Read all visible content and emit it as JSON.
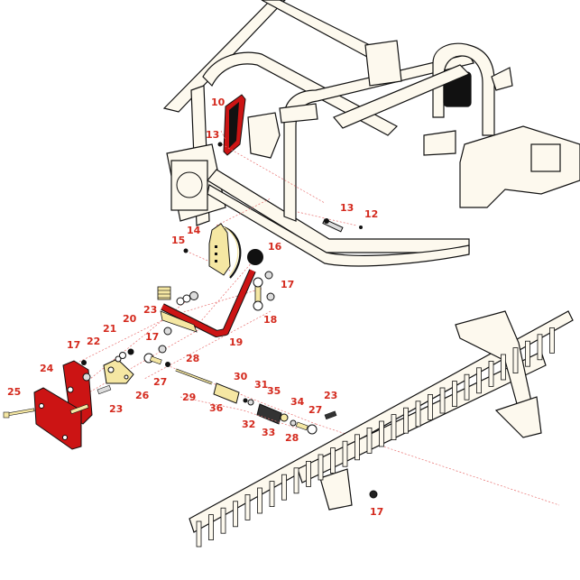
{
  "diagram": {
    "title": "Exploded parts diagram - frame, control linkage and rake assembly",
    "colors": {
      "callout_text": "#d42a1e",
      "highlight_part": "#cc1414",
      "brass_part": "#f5e7a3",
      "frame": "#fdf9ee",
      "outline": "#111111",
      "leader_line": "#e87070"
    },
    "callouts": [
      {
        "id": "c10",
        "label": "10"
      },
      {
        "id": "c13a",
        "label": "13"
      },
      {
        "id": "c13b",
        "label": "13"
      },
      {
        "id": "c12",
        "label": "12"
      },
      {
        "id": "c14",
        "label": "14"
      },
      {
        "id": "c15",
        "label": "15"
      },
      {
        "id": "c16",
        "label": "16"
      },
      {
        "id": "c17a",
        "label": "17"
      },
      {
        "id": "c18",
        "label": "18"
      },
      {
        "id": "c23a",
        "label": "23"
      },
      {
        "id": "c19",
        "label": "19"
      },
      {
        "id": "c20",
        "label": "20"
      },
      {
        "id": "c21",
        "label": "21"
      },
      {
        "id": "c22",
        "label": "22"
      },
      {
        "id": "c17b",
        "label": "17"
      },
      {
        "id": "c17c",
        "label": "17"
      },
      {
        "id": "c24",
        "label": "24"
      },
      {
        "id": "c25",
        "label": "25"
      },
      {
        "id": "c26",
        "label": "26"
      },
      {
        "id": "c23b",
        "label": "23"
      },
      {
        "id": "c27a",
        "label": "27"
      },
      {
        "id": "c28a",
        "label": "28"
      },
      {
        "id": "c29",
        "label": "29"
      },
      {
        "id": "c30",
        "label": "30"
      },
      {
        "id": "c31",
        "label": "31"
      },
      {
        "id": "c35",
        "label": "35"
      },
      {
        "id": "c36",
        "label": "36"
      },
      {
        "id": "c32",
        "label": "32"
      },
      {
        "id": "c33",
        "label": "33"
      },
      {
        "id": "c34",
        "label": "34"
      },
      {
        "id": "c28b",
        "label": "28"
      },
      {
        "id": "c27b",
        "label": "27"
      },
      {
        "id": "c23c",
        "label": "23"
      },
      {
        "id": "c17d",
        "label": "17"
      }
    ]
  }
}
